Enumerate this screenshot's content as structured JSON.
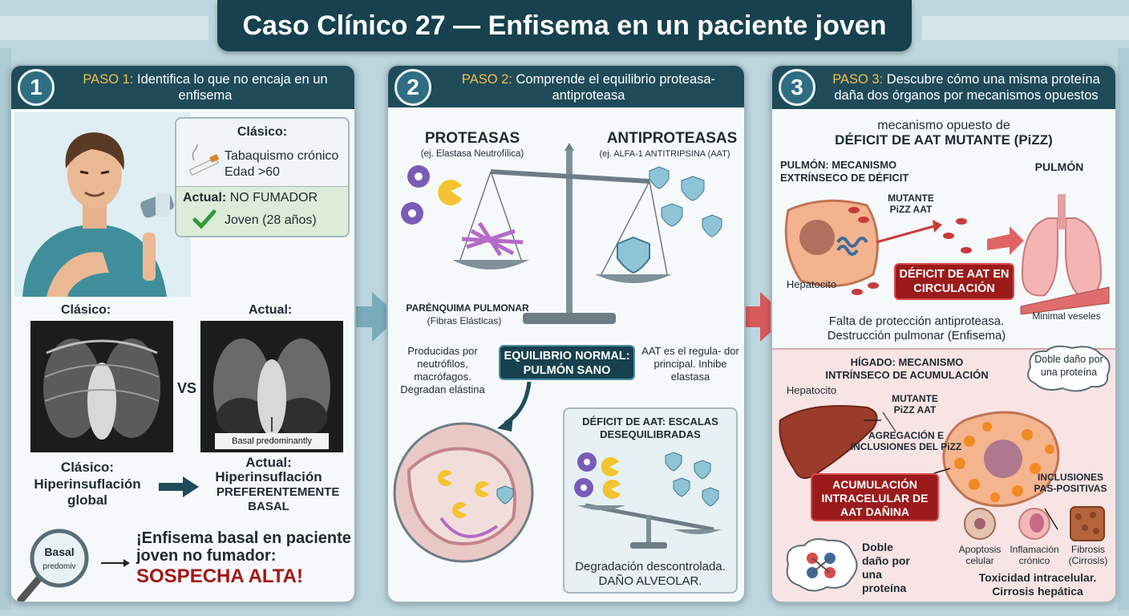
{
  "title": "Caso Clínico 27 — Enfisema en un paciente joven",
  "colors": {
    "header": "#1f4b59",
    "accent": "#f4c04a",
    "danger": "#9b1b1b"
  },
  "panel1": {
    "number": "1",
    "step": "PASO 1:",
    "heading": "Identifica lo que no encaja en un enfisema",
    "card_classic_title": "Clásico:",
    "card_classic_line1": "Tabaquismo crónico",
    "card_classic_line2": "Edad >60",
    "card_actual_label": "Actual:",
    "card_actual_value": "NO FUMADOR",
    "card_actual_line2": "Joven (28 años)",
    "xray_left_label": "Clásico:",
    "xray_right_label": "Actual:",
    "vs": "VS",
    "xray_annotation": "Basal predominantly",
    "classic_title": "Clásico:",
    "classic_desc": "Hiperinsuflación global",
    "actual_title": "Actual:",
    "actual_desc1": "Hiperinsuflación",
    "actual_desc2": "PREFERENTEMENTE BASAL",
    "magnifier_line1": "Basal",
    "magnifier_line2": "predomiv",
    "conclusion": "¡Enfisema basal en paciente joven no fumador:",
    "conclusion_alert": "SOSPECHA ALTA!"
  },
  "panel2": {
    "number": "2",
    "step": "PASO 2:",
    "heading": "Comprende el equilibrio proteasa-antiproteasa",
    "proteasas": "PROTEASAS",
    "proteasas_sub": "(ej. Elastasa Neutrofílica)",
    "antiproteasas": "ANTIPROTEASAS",
    "antiproteasas_sub": "(ej. ALFA-1 ANTITRIPSINA (AAT)",
    "parenquima": "PARÉNQUIMA PULMONAR",
    "parenquima_sub": "(Fibras Elásticas)",
    "left_desc": "Producidas por neutrófilos, macrófagos. Degradan elástina",
    "right_desc": "AAT es el regula- dor principal. Inhibe elastasa",
    "normal_label": "EQUILIBRIO NORMAL: PULMÓN SANO",
    "deficit_title": "DÉFICIT DE AAT: ESCALAS DESEQUILIBRADAS",
    "deficit_result": "Degradación descontrolada.",
    "deficit_result2": "DAÑO ALVEOLAR."
  },
  "panel3": {
    "number": "3",
    "step": "PASO 3:",
    "heading": "Descubre cómo una misma proteína daña dos órganos por mecanismos opuestos",
    "subtitle": "mecanismo opuesto de",
    "subtitle_bold": "DÉFICIT DE AAT MUTANTE (PiZZ)",
    "lung_mech": "PULMÓN: MECANISMO EXTRÍNSECO DE DÉFICIT",
    "lung_label": "PULMÓN",
    "mutante_top": "MUTANTE PiZZ AAT",
    "hepatocito_top": "Hepatocito",
    "deficit_box": "DÉFICIT DE AAT EN CIRCULACIÓN",
    "vessels": "Minimal veseles",
    "lung_result": "Falta de protección antiproteasa. Destrucción pulmonar (Enfisema)",
    "liver_mech": "HÍGADO: MECANISMO INTRÍNSECO DE ACUMULACIÓN",
    "bubble_top": "Doble daño por una proteína",
    "hepatocito_bottom": "Hepatocito",
    "mutante_bottom": "MUTANTE PiZZ AAT",
    "agregacion": "AGREGACIÓN E INCLUSIONES DEL PiZZ",
    "inclusiones": "INCLUSIONES PAS-POSITIVAS",
    "acumulacion_box": "ACUMULACIÓN INTRACELULAR DE AAT DAÑINA",
    "doble_dano": "Doble daño por una proteína",
    "apoptosis": "Apoptosis celular",
    "inflamacion": "Inflamación crónico",
    "fibrosis": "Fibrosis (Cirrosis)",
    "liver_result": "Toxicidad intracelular. Cirrosis hepática"
  }
}
